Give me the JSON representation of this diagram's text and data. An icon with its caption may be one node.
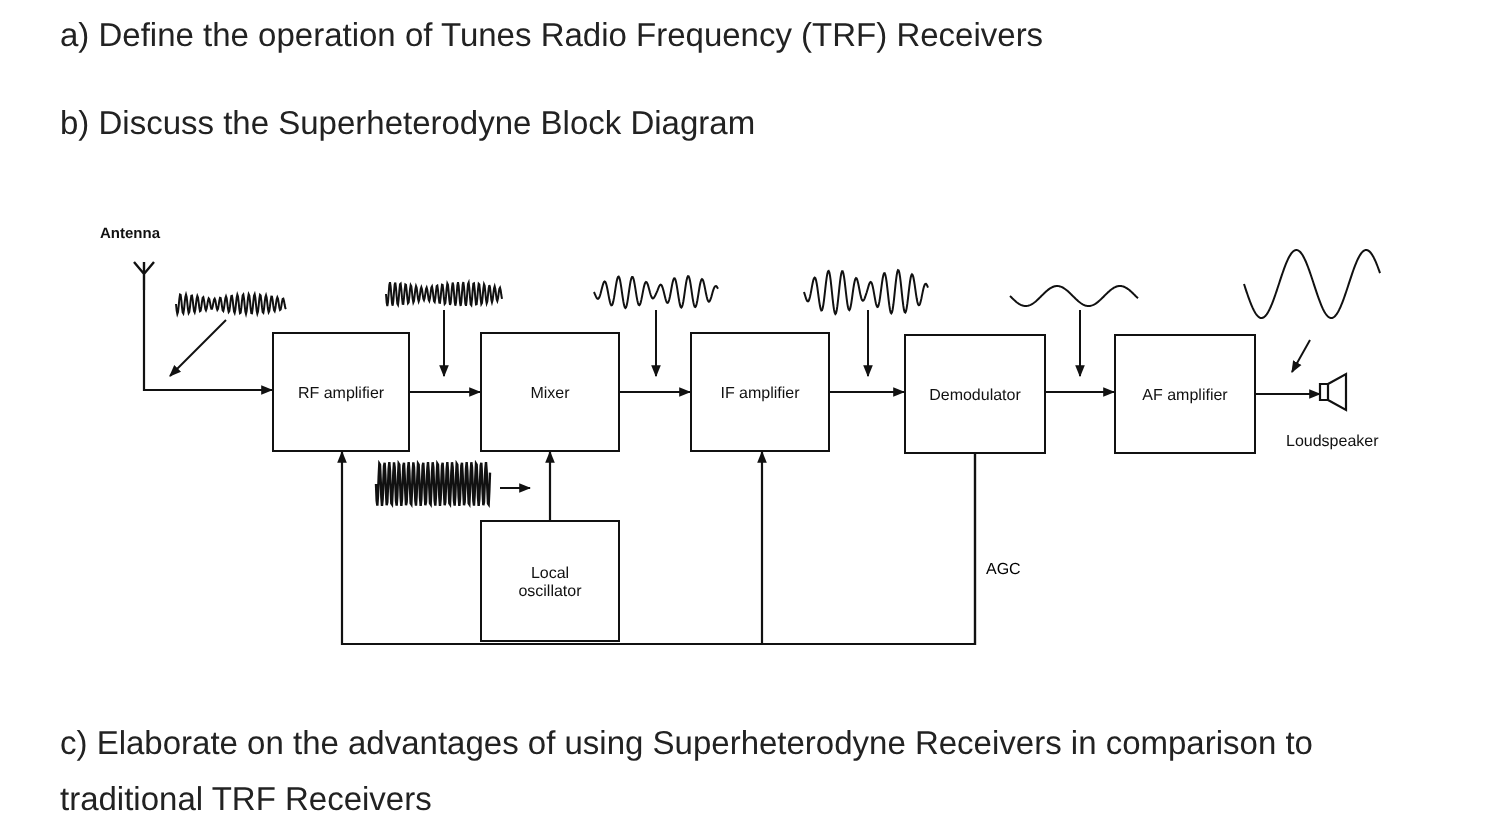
{
  "diagram": {
    "nodes": [
      {
        "text": [
          "Antenna"
        ]
      },
      {
        "text": [
          "RF amplifier"
        ]
      },
      {
        "text": [
          "Mixer"
        ]
      },
      {
        "text": [
          "IF amplifier"
        ]
      },
      {
        "text": [
          "Demodulator"
        ]
      },
      {
        "text": [
          "AF amplifier"
        ]
      },
      {
        "text": [
          "Loudspeaker"
        ]
      },
      {
        "text": [
          "Local oscillator"
        ]
      }
    ],
    "edges": [
      {
        "from": 0,
        "to": 1,
        "arrow": "to"
      },
      {
        "from": 1,
        "to": 2,
        "arrow": "to"
      },
      {
        "from": 2,
        "to": 3,
        "arrow": "to"
      },
      {
        "from": 3,
        "to": 4,
        "arrow": "to"
      },
      {
        "from": 4,
        "to": 5,
        "arrow": "to"
      },
      {
        "from": 5,
        "to": 6,
        "arrow": "to"
      },
      {
        "from": 7,
        "to": 2,
        "arrow": "to"
      },
      {
        "from": 4,
        "to": 1,
        "arrow": "to"
      },
      {
        "from": 4,
        "to": 3,
        "arrow": "to",
        "label": "AGC"
      }
    ],
    "labels": [
      "a)  Define the operation of Tunes Radio Frequency (TRF) Receivers",
      "b)  Discuss the Superheterodyne Block Diagram",
      "c)  Elaborate on the advantages of using Superheterodyne Receivers in comparison to traditional TRF Receivers"
    ]
  }
}
